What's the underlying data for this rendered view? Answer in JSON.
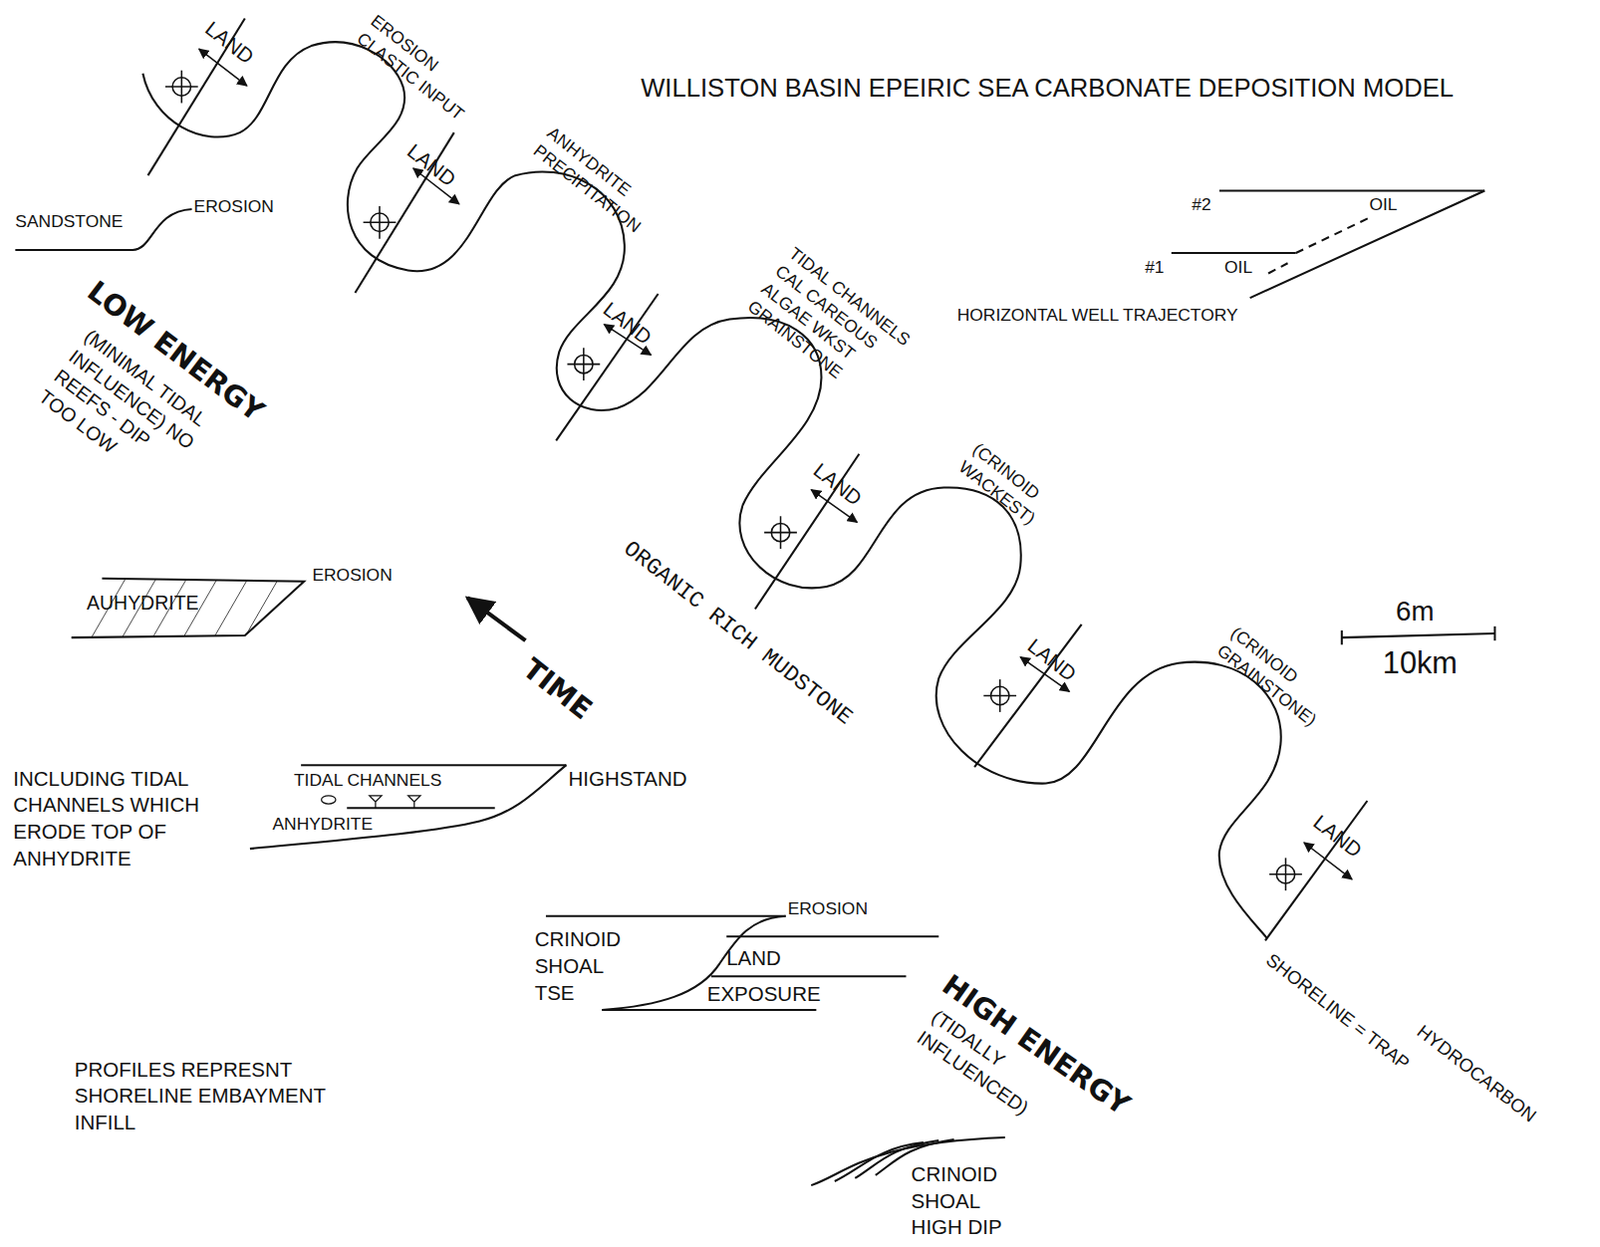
{
  "diagram": {
    "title": "WILLISTON BASIN EPEIRIC SEA CARBONATE DEPOSITION MODEL",
    "labels": [
      "LAND",
      "EROSION CLASTIC INPUT",
      "SANDSTONE",
      "EROSION",
      "LAND",
      "ANHYDRITE PRECIPITATION",
      "LAND",
      "TIDAL CHANNELS CAL CAREOUS ALGAE WKST GRAINSTONE",
      "LOW ENERGY",
      "(MINIMAL TIDAL INFLUENCE) NO REEFS - DIP TOO LOW",
      "LAND",
      "ORGANIC RICH MUDSTONE",
      "(CRINOID WACKEST)",
      "AUHYDRITE",
      "EROSION",
      "TIME",
      "LAND",
      "(CRINOID GRAINSTONE)",
      "6m",
      "10km",
      "#2",
      "OIL",
      "#1",
      "OIL",
      "HORIZONTAL WELL TRAJECTORY",
      "INCLUDING TIDAL CHANNELS WHICH ERODE TOP OF ANHYDRITE",
      "TIDAL CHANNELS",
      "ANHYDRITE",
      "HIGHSTAND",
      "LAND",
      "CRINOID SHOAL TSE",
      "EROSION",
      "LAND",
      "EXPOSURE",
      "HIGH ENERGY",
      "(TIDALLY INFLUENCED)",
      "SHORELINE = TRAP",
      "HYDROCARBON",
      "CRINOID SHOAL HIGH DIP",
      "PROFILES REPRESNT SHORELINE EMBAYMENT INFILL"
    ]
  }
}
